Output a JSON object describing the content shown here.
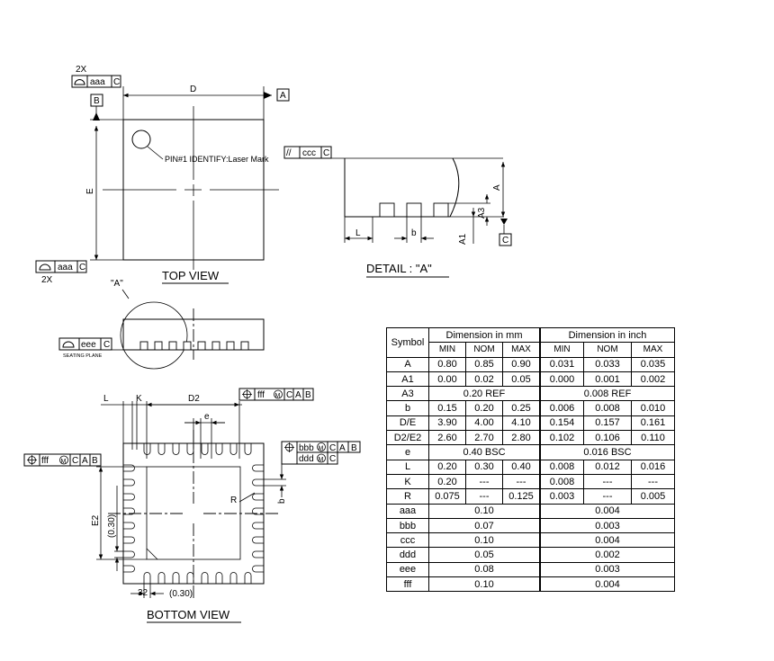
{
  "top_view": {
    "title": "TOP VIEW",
    "count_top": "2X",
    "count_bottom": "2X",
    "gdt_top": "aaa",
    "gdt_bottom": "aaa",
    "gdt_datum": "C",
    "datum_a": "A",
    "datum_b": "B",
    "dim_d": "D",
    "dim_e": "E",
    "pin1_note": "PIN#1 IDENTIFY:Laser Mark"
  },
  "detail": {
    "title": "DETAIL : \"A\"",
    "gdt_symbol": "//",
    "gdt_value": "ccc",
    "gdt_datum": "C",
    "dim_a": "A",
    "dim_a3": "A3",
    "dim_a1": "A1",
    "dim_l": "L",
    "dim_b": "b",
    "datum_c": "C"
  },
  "side_view": {
    "detail_callout": "\"A\"",
    "gdt_value": "eee",
    "gdt_datum": "C",
    "seating_plane": "SEATING PLANE"
  },
  "bottom_view": {
    "title": "BOTTOM VIEW",
    "dim_l": "L",
    "dim_k": "K",
    "dim_d2": "D2",
    "dim_e": "e",
    "dim_e2": "E2",
    "dim_r": "R",
    "dim_b": "b",
    "dim_030_v": "(0.30)",
    "dim_030_h": "(0.30)",
    "pin_32": "32",
    "fcf_top": {
      "value": "fff",
      "mod": "M",
      "datums": [
        "C",
        "A",
        "B"
      ]
    },
    "fcf_left": {
      "value": "fff",
      "mod": "M",
      "datums": [
        "C",
        "A",
        "B"
      ]
    },
    "fcf_right_1": {
      "value": "bbb",
      "mod": "M",
      "datums": [
        "C",
        "A",
        "B"
      ]
    },
    "fcf_right_2": {
      "value": "ddd",
      "mod": "M",
      "datums": [
        "C"
      ]
    }
  },
  "table": {
    "symbol_header": "Symbol",
    "mm_header": "Dimension in mm",
    "inch_header": "Dimension in inch",
    "sub_headers": [
      "MIN",
      "NOM",
      "MAX",
      "MIN",
      "NOM",
      "MAX"
    ],
    "rows": [
      {
        "symbol": "A",
        "cells": [
          "0.80",
          "0.85",
          "0.90",
          "0.031",
          "0.033",
          "0.035"
        ]
      },
      {
        "symbol": "A1",
        "cells": [
          "0.00",
          "0.02",
          "0.05",
          "0.000",
          "0.001",
          "0.002"
        ]
      },
      {
        "symbol": "A3",
        "mm_span": "0.20  REF",
        "inch_span": "0.008  REF"
      },
      {
        "symbol": "b",
        "cells": [
          "0.15",
          "0.20",
          "0.25",
          "0.006",
          "0.008",
          "0.010"
        ]
      },
      {
        "symbol": "D/E",
        "cells": [
          "3.90",
          "4.00",
          "4.10",
          "0.154",
          "0.157",
          "0.161"
        ]
      },
      {
        "symbol": "D2/E2",
        "cells": [
          "2.60",
          "2.70",
          "2.80",
          "0.102",
          "0.106",
          "0.110"
        ]
      },
      {
        "symbol": "e",
        "mm_span": "0.40  BSC",
        "inch_span": "0.016  BSC"
      },
      {
        "symbol": "L",
        "cells": [
          "0.20",
          "0.30",
          "0.40",
          "0.008",
          "0.012",
          "0.016"
        ]
      },
      {
        "symbol": "K",
        "cells": [
          "0.20",
          "---",
          "---",
          "0.008",
          "---",
          "---"
        ]
      },
      {
        "symbol": "R",
        "cells": [
          "0.075",
          "---",
          "0.125",
          "0.003",
          "---",
          "0.005"
        ]
      },
      {
        "symbol": "aaa",
        "mm_span": "0.10",
        "inch_span": "0.004"
      },
      {
        "symbol": "bbb",
        "mm_span": "0.07",
        "inch_span": "0.003"
      },
      {
        "symbol": "ccc",
        "mm_span": "0.10",
        "inch_span": "0.004"
      },
      {
        "symbol": "ddd",
        "mm_span": "0.05",
        "inch_span": "0.002"
      },
      {
        "symbol": "eee",
        "mm_span": "0.08",
        "inch_span": "0.003"
      },
      {
        "symbol": "fff",
        "mm_span": "0.10",
        "inch_span": "0.004"
      }
    ]
  }
}
